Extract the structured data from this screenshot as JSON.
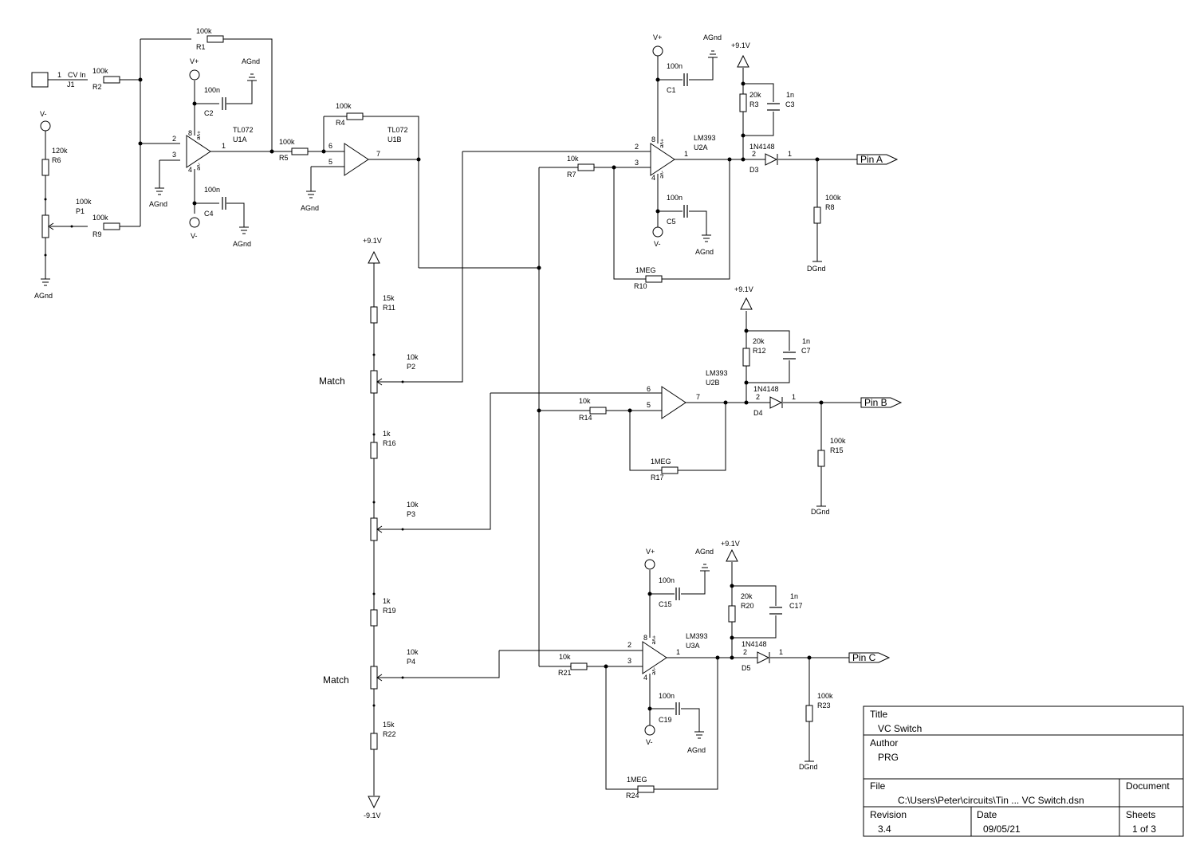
{
  "labels": {
    "r1": [
      "100k",
      "R1"
    ],
    "r2": [
      "100k",
      "R2"
    ],
    "r4": [
      "100k",
      "R4"
    ],
    "r5": [
      "100k",
      "R5"
    ],
    "r6": [
      "120k",
      "R6"
    ],
    "r7": [
      "10k",
      "R7"
    ],
    "r8": [
      "100k",
      "R8"
    ],
    "r9": [
      "100k",
      "R9"
    ],
    "r3": [
      "20k",
      "R3"
    ],
    "r10": [
      "1MEG",
      "R10"
    ],
    "r11": [
      "15k",
      "R11"
    ],
    "r12": [
      "20k",
      "R12"
    ],
    "r14": [
      "10k",
      "R14"
    ],
    "r15": [
      "100k",
      "R15"
    ],
    "r16": [
      "1k",
      "R16"
    ],
    "r17": [
      "1MEG",
      "R17"
    ],
    "r19": [
      "1k",
      "R19"
    ],
    "r20": [
      "20k",
      "R20"
    ],
    "r21": [
      "10k",
      "R21"
    ],
    "r22": [
      "15k",
      "R22"
    ],
    "r23": [
      "100k",
      "R23"
    ],
    "r24": [
      "1MEG",
      "R24"
    ],
    "p1": [
      "100k",
      "P1"
    ],
    "p2": [
      "10k",
      "P2"
    ],
    "p3": [
      "10k",
      "P3"
    ],
    "p4": [
      "10k",
      "P4"
    ],
    "c1": [
      "100n",
      "C1"
    ],
    "c2": [
      "100n",
      "C2"
    ],
    "c3": [
      "1n",
      "C3"
    ],
    "c4": [
      "100n",
      "C4"
    ],
    "c5": [
      "100n",
      "C5"
    ],
    "c7": [
      "1n",
      "C7"
    ],
    "c15": [
      "100n",
      "C15"
    ],
    "c17": [
      "1n",
      "C17"
    ],
    "c19": [
      "100n",
      "C19"
    ],
    "u1a": [
      "TL072",
      "U1A"
    ],
    "u1b": [
      "TL072",
      "U1B"
    ],
    "u2a": [
      "LM393",
      "U2A"
    ],
    "u2b": [
      "LM393",
      "U2B"
    ],
    "u3a": [
      "LM393",
      "U3A"
    ],
    "d3": [
      "1N4148",
      "D3"
    ],
    "d4": [
      "1N4148",
      "D4"
    ],
    "d5": [
      "1N4148",
      "D5"
    ],
    "j1": [
      "CV In",
      "J1"
    ],
    "match": "Match",
    "vplus": "V+",
    "vminus": "V-",
    "agnd": "AGnd",
    "dgnd": "DGnd",
    "v91": "+9.1V",
    "vm91": "-9.1V",
    "pin_a": "Pin A",
    "pin_b": "Pin B",
    "pin_c": "Pin C",
    "pve": "+ve",
    "nve": "-ve",
    "pins": [
      "1",
      "2",
      "3",
      "4",
      "5",
      "6",
      "7",
      "8"
    ]
  },
  "title_block": {
    "title_label": "Title",
    "title": "VC Switch",
    "author_label": "Author",
    "author": "PRG",
    "file_label": "File",
    "file": "C:\\Users\\Peter\\circuits\\Tin ... VC Switch.dsn",
    "document_label": "Document",
    "document": "",
    "revision_label": "Revision",
    "revision": "3.4",
    "date_label": "Date",
    "date": "09/05/21",
    "sheets_label": "Sheets",
    "sheets": "1 of 3"
  }
}
